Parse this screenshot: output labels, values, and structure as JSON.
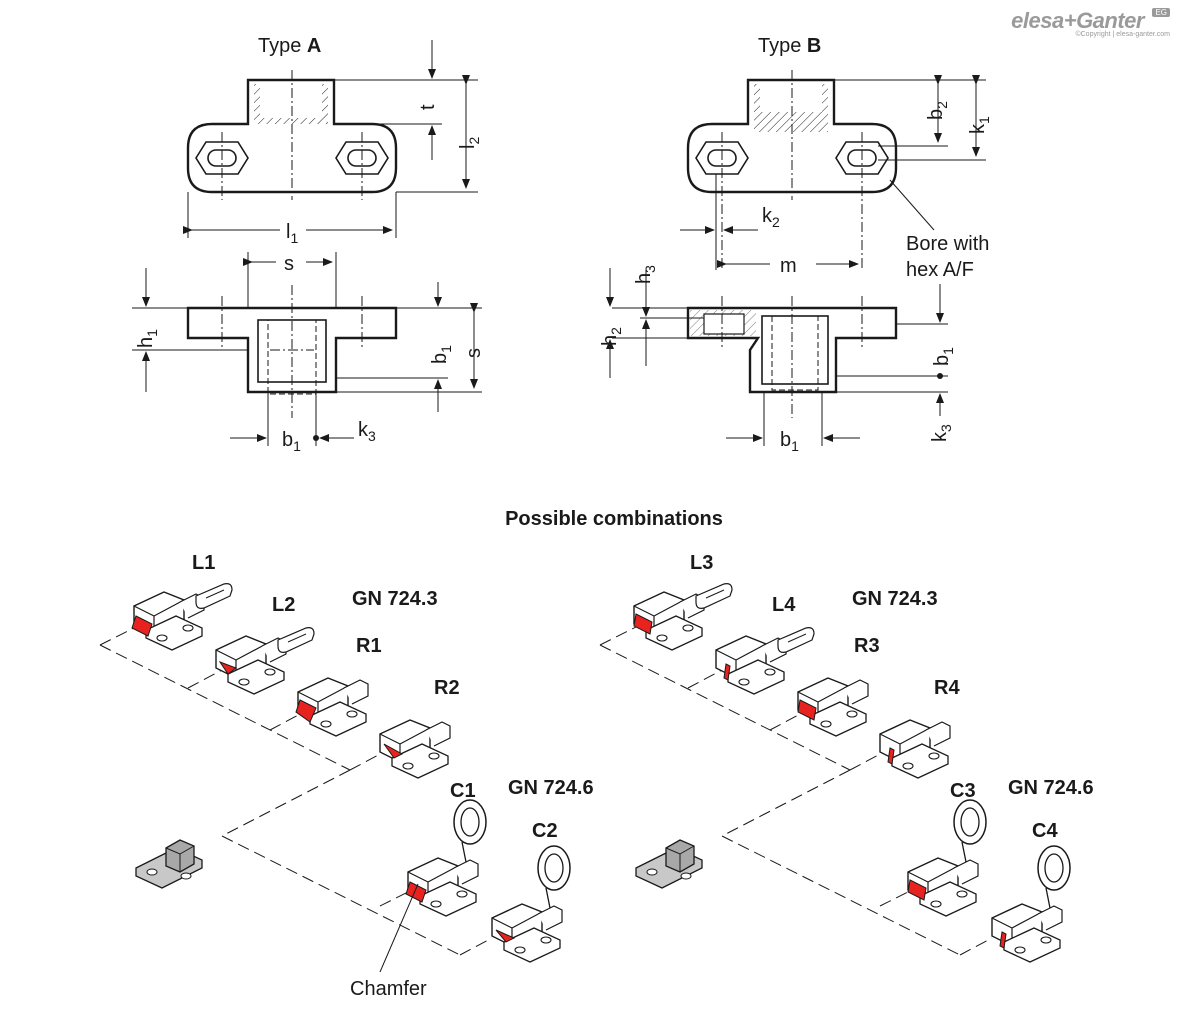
{
  "brand": {
    "name": "elesa+Ganter",
    "copyright": "©Copyright | elesa-ganter.com",
    "badge": "EG"
  },
  "typeA": {
    "title_prefix": "Type ",
    "title_letter": "A"
  },
  "typeB": {
    "title_prefix": "Type ",
    "title_letter": "B"
  },
  "dims": {
    "t": "t",
    "l2": "l",
    "l2_sub": "2",
    "l1": "l",
    "l1_sub": "1",
    "s": "s",
    "h1": "h",
    "h1_sub": "1",
    "b1": "b",
    "b1_sub": "1",
    "k3": "k",
    "k3_sub": "3",
    "b2": "b",
    "b2_sub": "2",
    "k1": "k",
    "k1_sub": "1",
    "k2": "k",
    "k2_sub": "2",
    "m": "m",
    "h2": "h",
    "h2_sub": "2",
    "h3": "h",
    "h3_sub": "3",
    "bore_line1": "Bore with",
    "bore_line2": "hex A/F"
  },
  "combinations": {
    "heading": "Possible combinations",
    "left_group": {
      "gn1": "GN 724.3",
      "gn2": "GN 724.6",
      "items": [
        "L1",
        "L2",
        "R1",
        "R2",
        "C1",
        "C2"
      ]
    },
    "right_group": {
      "gn1": "GN 724.3",
      "gn2": "GN 724.6",
      "items": [
        "L3",
        "L4",
        "R3",
        "R4",
        "C3",
        "C4"
      ]
    },
    "chamfer": "Chamfer"
  },
  "colors": {
    "accent_red": "#e8231f",
    "line": "#1a1a1a",
    "base_grey": "#b4b4b4"
  }
}
